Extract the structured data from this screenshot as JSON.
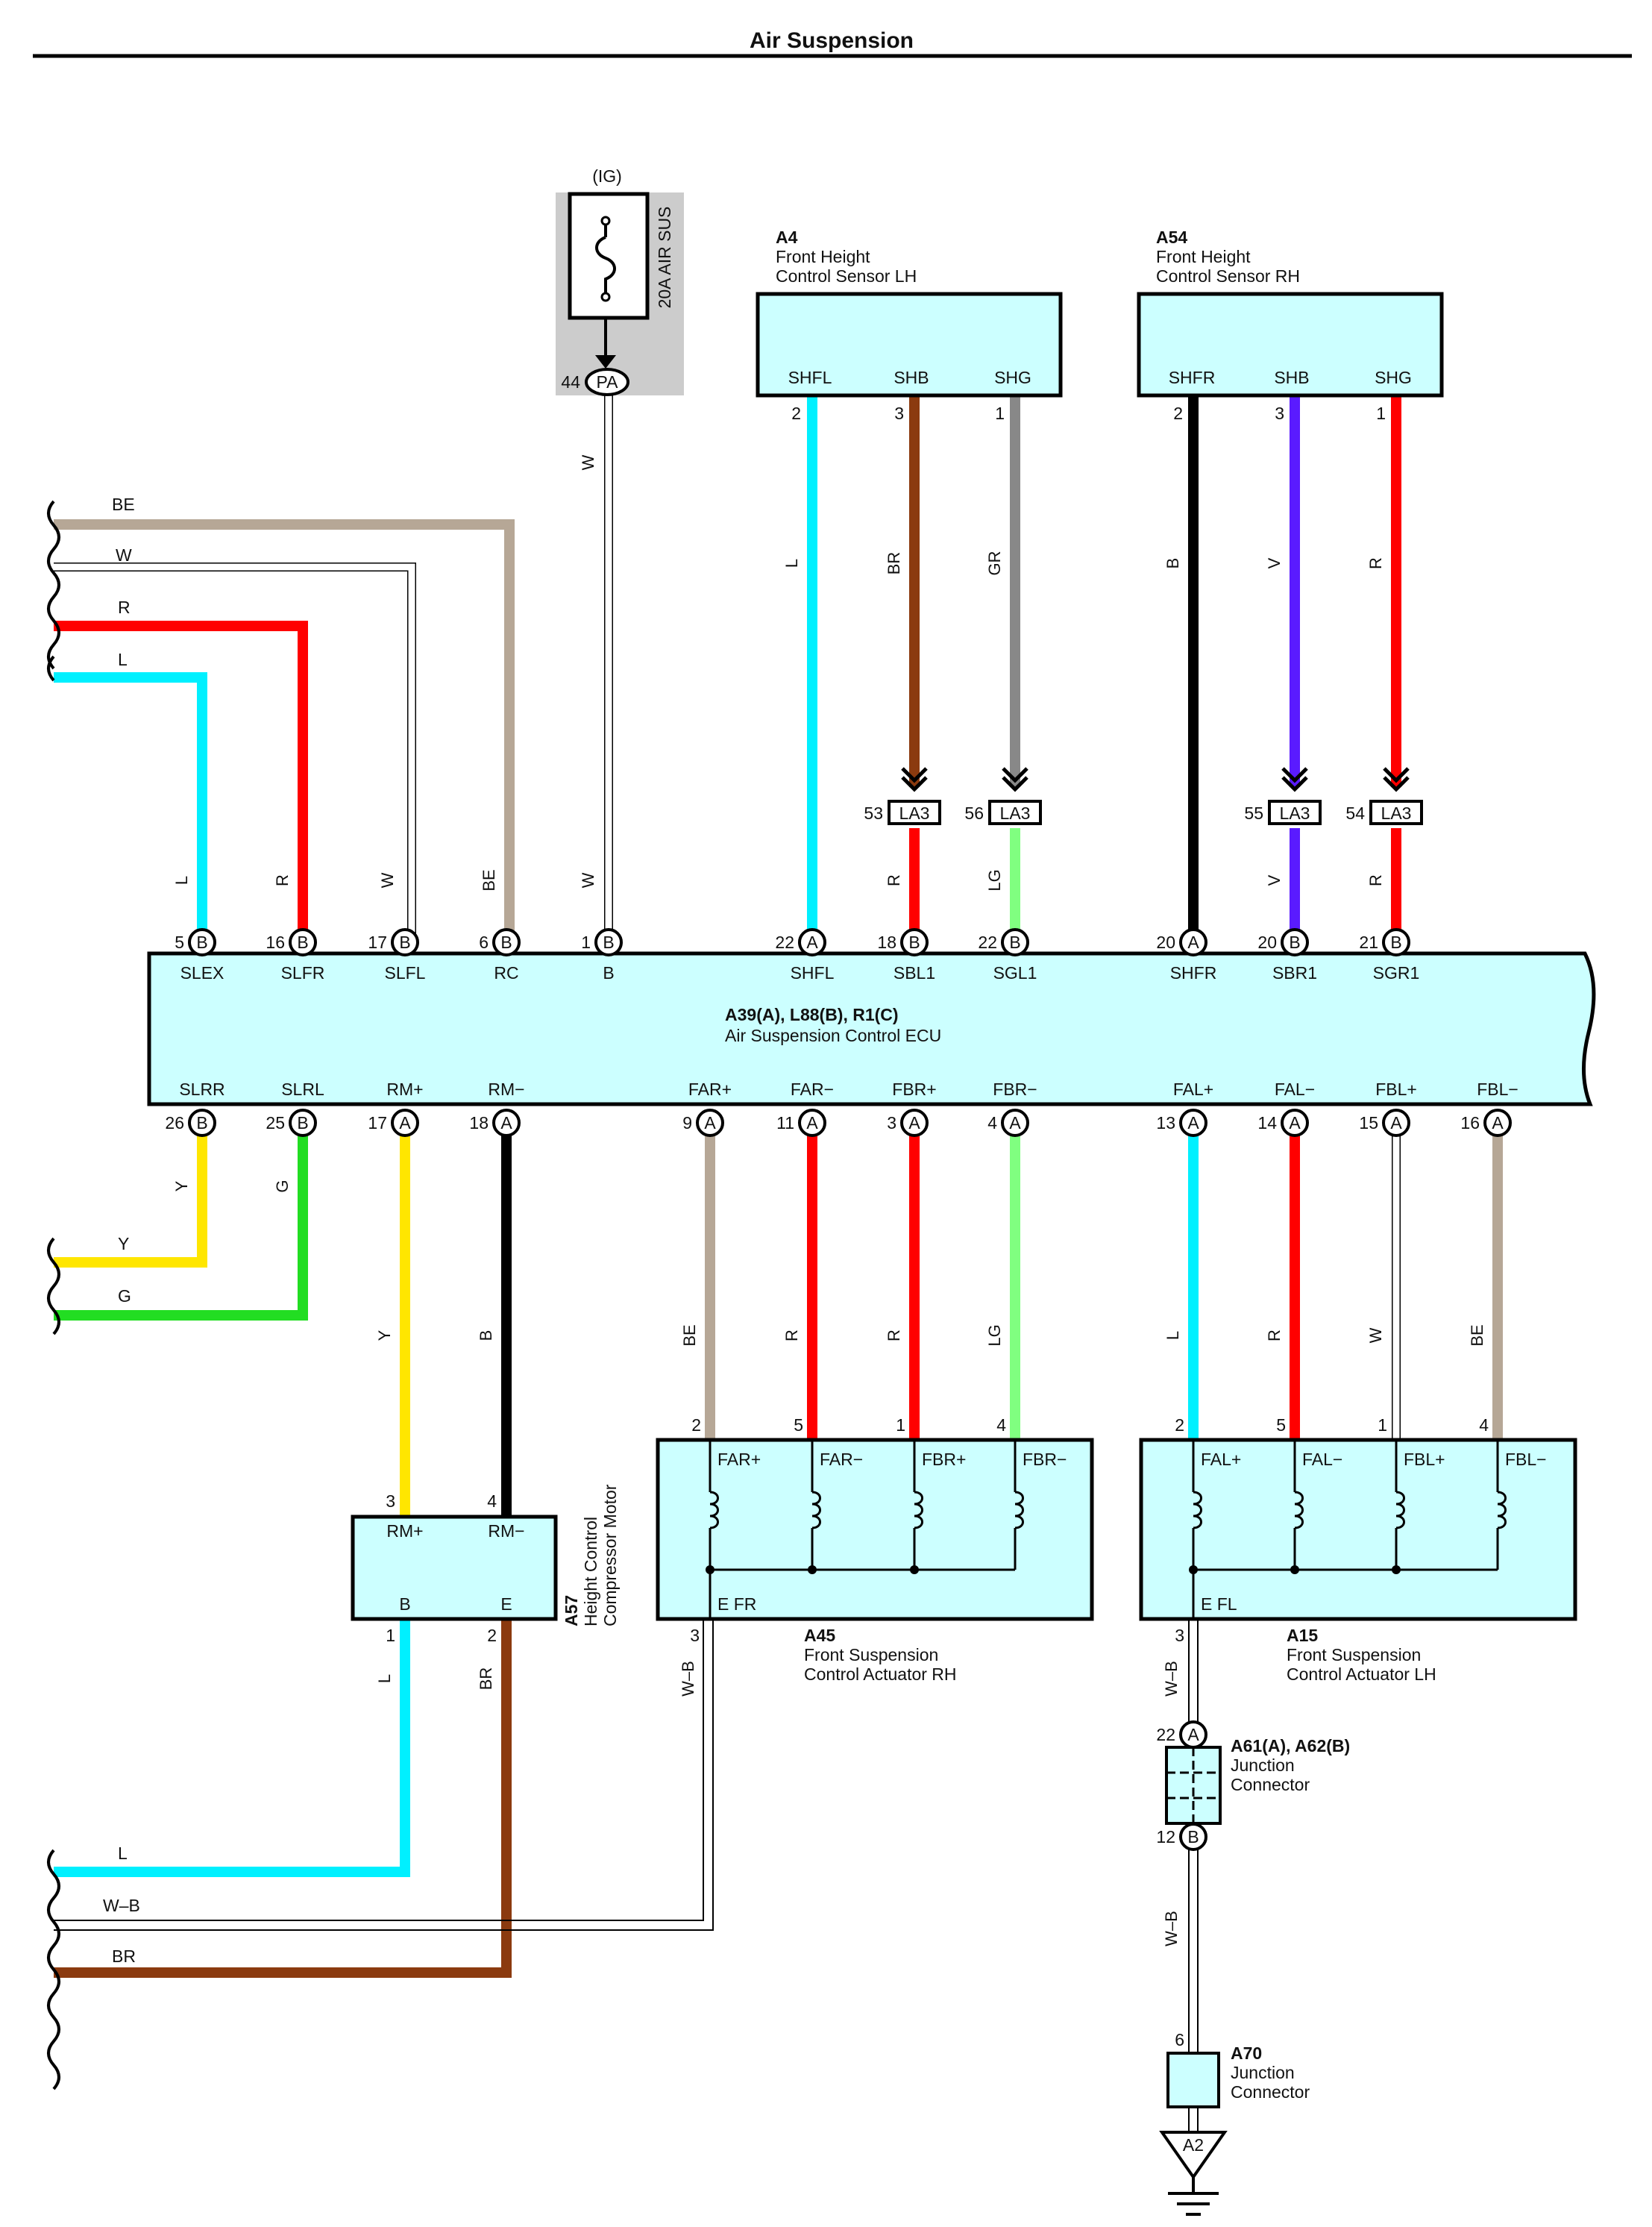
{
  "title": "Air Suspension",
  "colors": {
    "L": "#00f0ff",
    "R": "#ff0000",
    "W": "#ffffff",
    "BE": "#b6a796",
    "BR": "#8b3a0f",
    "GR": "#888888",
    "B": "#000000",
    "V": "#5a1bff",
    "LG": "#80ff80",
    "Y": "#ffe600",
    "G": "#22dd22",
    "WB": "#ffffff",
    "box": "#ccffff",
    "fuse_bg": "#cccccc"
  },
  "fuse": {
    "ig": "(IG)",
    "name": "20A AIR SUS",
    "pin": "44",
    "conn": "PA"
  },
  "sensor_lh": {
    "id": "A4",
    "name1": "Front Height",
    "name2": "Control Sensor LH",
    "pins": [
      {
        "label": "SHFL",
        "num": "2"
      },
      {
        "label": "SHB",
        "num": "3"
      },
      {
        "label": "SHG",
        "num": "1"
      }
    ]
  },
  "sensor_rh": {
    "id": "A54",
    "name1": "Front Height",
    "name2": "Control Sensor RH",
    "pins": [
      {
        "label": "SHFR",
        "num": "2"
      },
      {
        "label": "SHB",
        "num": "3"
      },
      {
        "label": "SHG",
        "num": "1"
      }
    ]
  },
  "la3": [
    {
      "num": "53",
      "label": "LA3"
    },
    {
      "num": "56",
      "label": "LA3"
    },
    {
      "num": "55",
      "label": "LA3"
    },
    {
      "num": "54",
      "label": "LA3"
    }
  ],
  "ecu": {
    "id": "A39(A), L88(B), R1(C)",
    "name": "Air Suspension Control ECU",
    "top_pins": [
      {
        "num": "5",
        "conn": "B",
        "label": "SLEX"
      },
      {
        "num": "16",
        "conn": "B",
        "label": "SLFR"
      },
      {
        "num": "17",
        "conn": "B",
        "label": "SLFL"
      },
      {
        "num": "6",
        "conn": "B",
        "label": "RC"
      },
      {
        "num": "1",
        "conn": "B",
        "label": "B"
      },
      {
        "num": "22",
        "conn": "A",
        "label": "SHFL"
      },
      {
        "num": "18",
        "conn": "B",
        "label": "SBL1"
      },
      {
        "num": "22",
        "conn": "B",
        "label": "SGL1"
      },
      {
        "num": "20",
        "conn": "A",
        "label": "SHFR"
      },
      {
        "num": "20",
        "conn": "B",
        "label": "SBR1"
      },
      {
        "num": "21",
        "conn": "B",
        "label": "SGR1"
      }
    ],
    "bottom_pins": [
      {
        "num": "26",
        "conn": "B",
        "label": "SLRR"
      },
      {
        "num": "25",
        "conn": "B",
        "label": "SLRL"
      },
      {
        "num": "17",
        "conn": "A",
        "label": "RM+"
      },
      {
        "num": "18",
        "conn": "A",
        "label": "RM−"
      },
      {
        "num": "9",
        "conn": "A",
        "label": "FAR+"
      },
      {
        "num": "11",
        "conn": "A",
        "label": "FAR−"
      },
      {
        "num": "3",
        "conn": "A",
        "label": "FBR+"
      },
      {
        "num": "4",
        "conn": "A",
        "label": "FBR−"
      },
      {
        "num": "13",
        "conn": "A",
        "label": "FAL+"
      },
      {
        "num": "14",
        "conn": "A",
        "label": "FAL−"
      },
      {
        "num": "15",
        "conn": "A",
        "label": "FBL+"
      },
      {
        "num": "16",
        "conn": "A",
        "label": "FBL−"
      }
    ]
  },
  "left_wires_top": [
    "BE",
    "W",
    "R",
    "L"
  ],
  "left_wires_mid": [
    "Y",
    "G"
  ],
  "left_wires_bottom": [
    "L",
    "W–B",
    "BR"
  ],
  "wire_codes": {
    "w_fuse": "W",
    "w_fuse_lower": "W",
    "shfl": "L",
    "shb_lh": "BR",
    "shg_lh": "GR",
    "shfr": "B",
    "shb_rh": "V",
    "shg_rh": "R",
    "slex": "L",
    "slfr": "R",
    "slfl": "W",
    "rc": "BE",
    "sbl1": "R",
    "sgl1": "LG",
    "sbr1": "V",
    "sgr1": "R",
    "slrr": "Y",
    "slrl": "G",
    "rmp": "Y",
    "rmm": "B",
    "farp": "BE",
    "farm": "R",
    "fbrp": "R",
    "fbrm": "LG",
    "falp": "L",
    "falm": "R",
    "fblp": "W",
    "fblm": "BE",
    "motor_b": "L",
    "motor_e": "BR",
    "efr": "W–B",
    "efl": "W–B",
    "jc": "W–B"
  },
  "motor": {
    "id": "A57",
    "name1": "Height Control",
    "name2": "Compressor Motor",
    "pins": [
      {
        "label": "RM+",
        "num": "3"
      },
      {
        "label": "RM−",
        "num": "4"
      },
      {
        "label": "B",
        "num": "1"
      },
      {
        "label": "E",
        "num": "2"
      }
    ]
  },
  "actuator_rh": {
    "id": "A45",
    "name1": "Front Suspension",
    "name2": "Control Actuator RH",
    "pins": [
      {
        "label": "FAR+",
        "num": "2"
      },
      {
        "label": "FAR−",
        "num": "5"
      },
      {
        "label": "FBR+",
        "num": "1"
      },
      {
        "label": "FBR−",
        "num": "4"
      }
    ],
    "ground_label": "E FR",
    "ground_num": "3"
  },
  "actuator_lh": {
    "id": "A15",
    "name1": "Front Suspension",
    "name2": "Control Actuator LH",
    "pins": [
      {
        "label": "FAL+",
        "num": "2"
      },
      {
        "label": "FAL−",
        "num": "5"
      },
      {
        "label": "FBL+",
        "num": "1"
      },
      {
        "label": "FBL−",
        "num": "4"
      }
    ],
    "ground_label": "E FL",
    "ground_num": "3"
  },
  "junction1": {
    "id": "A61(A), A62(B)",
    "name1": "Junction",
    "name2": "Connector",
    "top_num": "22",
    "top_conn": "A",
    "bot_num": "12",
    "bot_conn": "B"
  },
  "junction2": {
    "id": "A70",
    "name1": "Junction",
    "name2": "Connector",
    "num": "6"
  },
  "ground": {
    "label": "A2"
  }
}
